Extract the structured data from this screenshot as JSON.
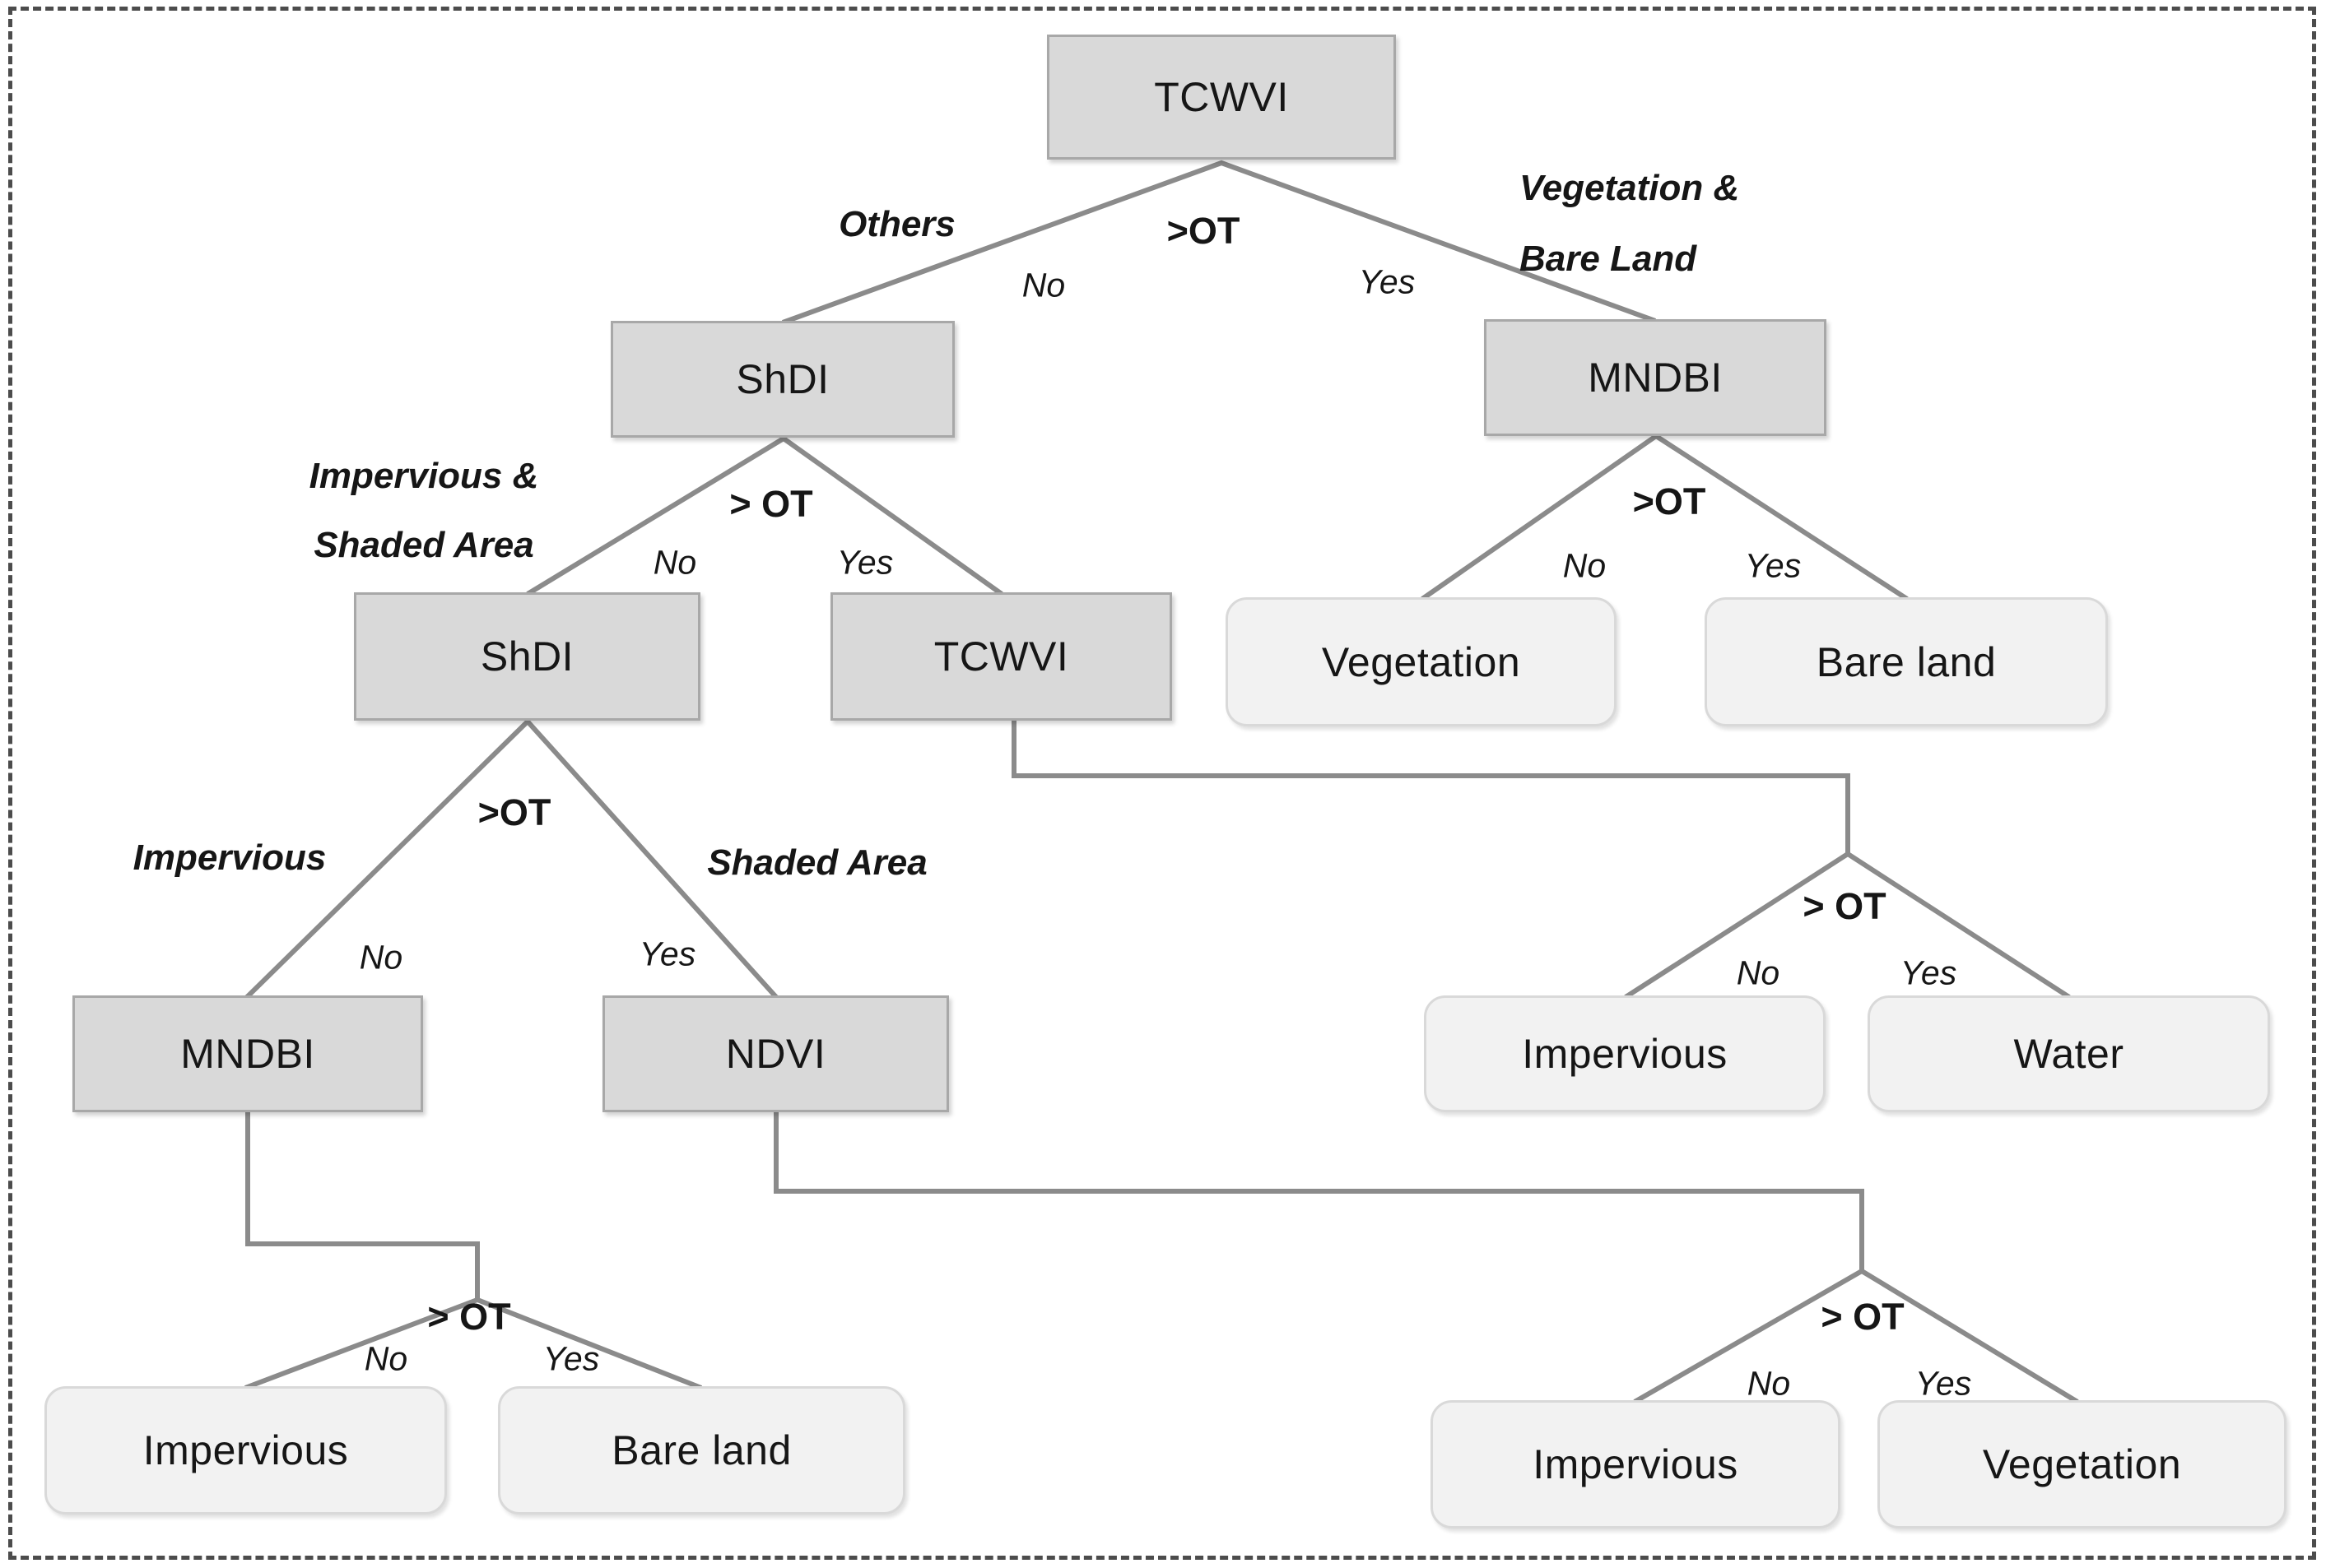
{
  "diagram": {
    "title_hint": "Decision tree for land cover classification",
    "nodes": {
      "root": "TCWVI",
      "shdi_level2": "ShDI",
      "mndbi_level2": "MNDBI",
      "shdi_level3": "ShDI",
      "tcwvi_level3": "TCWVI",
      "mndbi_level4": "MNDBI",
      "ndvi_level4": "NDVI",
      "leaf_vegetation_right": "Vegetation",
      "leaf_bareland_right": "Bare land",
      "leaf_impervious_mid": "Impervious",
      "leaf_water": "Water",
      "leaf_impervious_bottom_left": "Impervious",
      "leaf_bareland_bottom_left": "Bare land",
      "leaf_impervious_bottom_right": "Impervious",
      "leaf_vegetation_bottom_right": "Vegetation"
    },
    "splits": [
      {
        "at": "root",
        "op": ">OT",
        "no": "No",
        "yes": "Yes"
      },
      {
        "at": "shdi_level2",
        "op": "> OT",
        "no": "No",
        "yes": "Yes"
      },
      {
        "at": "mndbi_level2",
        "op": ">OT",
        "no": "No",
        "yes": "Yes"
      },
      {
        "at": "shdi_level3",
        "op": ">OT",
        "no": "No",
        "yes": "Yes"
      },
      {
        "at": "tcwvi_level3",
        "op": "> OT",
        "no": "No",
        "yes": "Yes"
      },
      {
        "at": "mndbi_level4",
        "op": "> OT",
        "no": "No",
        "yes": "Yes"
      },
      {
        "at": "ndvi_level4",
        "op": "> OT",
        "no": "No",
        "yes": "Yes"
      }
    ],
    "annotations": {
      "others": "Others",
      "vegetation_bare_line1": "Vegetation &",
      "vegetation_bare_line2": "Bare Land",
      "impervious_shaded_line1": "Impervious &",
      "impervious_shaded_line2": "Shaded Area",
      "impervious": "Impervious",
      "shaded_area": "Shaded Area"
    },
    "colors": {
      "decision_fill": "#d9d9d9",
      "decision_border": "#a8a8a8",
      "leaf_fill": "#f2f2f2",
      "leaf_border": "#d9d9d9",
      "line": "#8b8b8b",
      "text": "#161616",
      "frame_border": "#4c4c4c",
      "background": "#ffffff"
    }
  }
}
